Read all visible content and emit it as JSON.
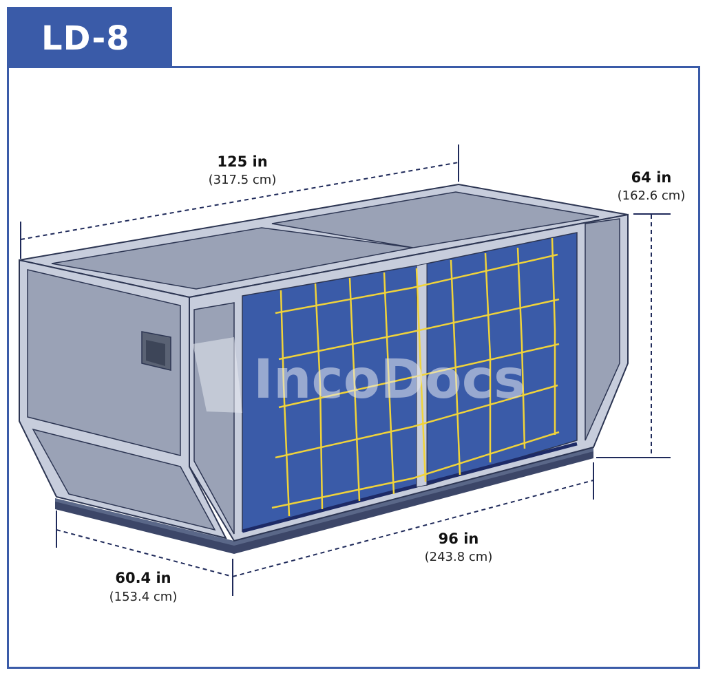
{
  "title": "LD-8",
  "watermark": "IncoDocs",
  "dimensions": {
    "length": {
      "imperial": "125 in",
      "metric": "(317.5 cm)"
    },
    "height": {
      "imperial": "64 in",
      "metric": "(162.6 cm)"
    },
    "depth": {
      "imperial": "60.4 in",
      "metric": "(153.4 cm)"
    },
    "width": {
      "imperial": "96 in",
      "metric": "(243.8 cm)"
    }
  },
  "colors": {
    "brand_blue": "#3a5ba8",
    "frame_steel": "#c7cddc",
    "panel_grey": "#9aa2b6",
    "net_yellow": "#f0d33a",
    "curtain_blue": "#3a5ba8",
    "base_dark": "#3c4668"
  }
}
